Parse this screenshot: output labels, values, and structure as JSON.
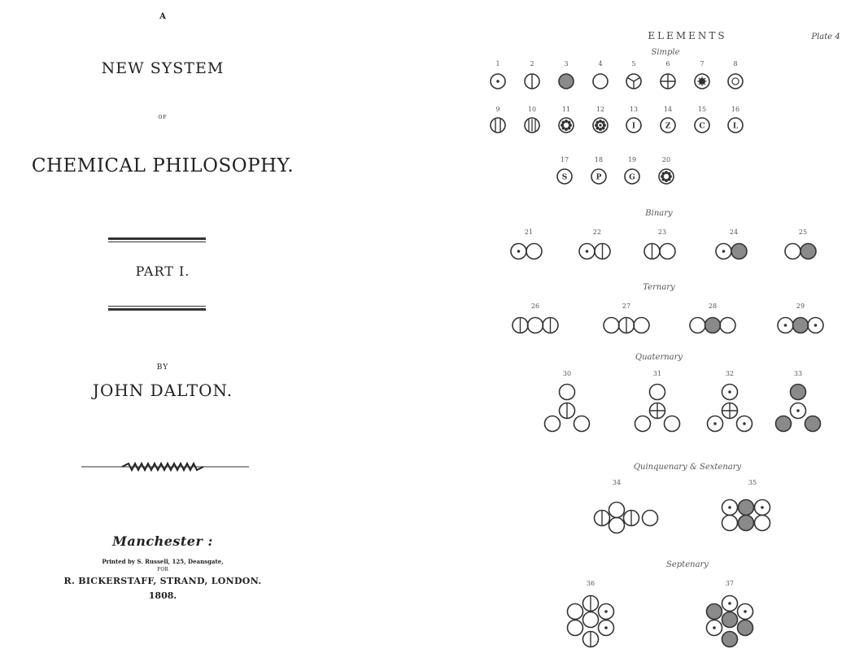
{
  "title_page": {
    "a": "A",
    "line1": "NEW SYSTEM",
    "of": "OF",
    "line2": "CHEMICAL PHILOSOPHY.",
    "part": "PART I.",
    "by": "BY",
    "author": "JOHN DALTON.",
    "city": "Manchester :",
    "printed": "Printed by S. Russell, 125, Deansgate,",
    "for": "FOR",
    "publisher": "R. BICKERSTAFF, STRAND, LONDON.",
    "year": "1808."
  },
  "plate": {
    "title": "ELEMENTS",
    "plate_label": "Plate 4",
    "headings": {
      "simple": "Simple",
      "binary": "Binary",
      "ternary": "Ternary",
      "quaternary": "Quaternary",
      "quinquenary": "Quinquenary & Sextenary",
      "septenary": "Septenary"
    },
    "simple_symbols": [
      {
        "n": "1",
        "sym": "dot"
      },
      {
        "n": "2",
        "sym": "vline"
      },
      {
        "n": "3",
        "sym": "shaded"
      },
      {
        "n": "4",
        "sym": "empty"
      },
      {
        "n": "5",
        "sym": "spokes"
      },
      {
        "n": "6",
        "sym": "cross"
      },
      {
        "n": "7",
        "sym": "star"
      },
      {
        "n": "8",
        "sym": "ring"
      },
      {
        "n": "9",
        "sym": "vline2"
      },
      {
        "n": "10",
        "sym": "vline3"
      },
      {
        "n": "11",
        "sym": "gear"
      },
      {
        "n": "12",
        "sym": "flower"
      },
      {
        "n": "13",
        "sym": "letter",
        "letter": "I"
      },
      {
        "n": "14",
        "sym": "letter",
        "letter": "Z"
      },
      {
        "n": "15",
        "sym": "letter",
        "letter": "C"
      },
      {
        "n": "16",
        "sym": "letter",
        "letter": "L"
      },
      {
        "n": "17",
        "sym": "letter",
        "letter": "S"
      },
      {
        "n": "18",
        "sym": "letter",
        "letter": "P"
      },
      {
        "n": "19",
        "sym": "letter",
        "letter": "G"
      },
      {
        "n": "20",
        "sym": "gear"
      }
    ],
    "compound_numbers": [
      "21",
      "22",
      "23",
      "24",
      "25",
      "26",
      "27",
      "28",
      "29",
      "30",
      "31",
      "32",
      "33",
      "34",
      "35",
      "36",
      "37"
    ],
    "colors": {
      "ink": "#333333",
      "shade": "#8a8a8a",
      "bg": "#ffffff"
    }
  }
}
